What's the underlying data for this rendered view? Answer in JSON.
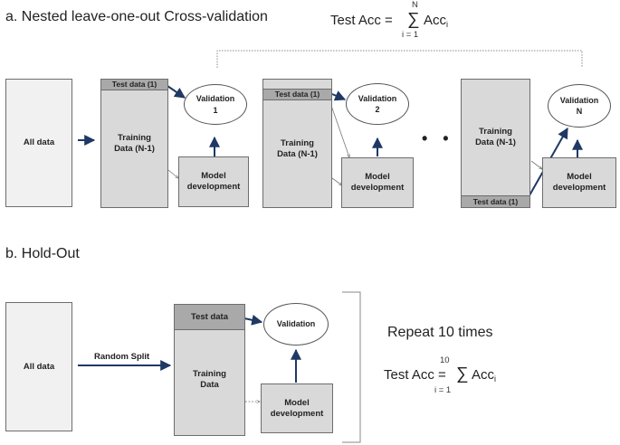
{
  "section_a": {
    "heading": "a. Nested leave-one-out Cross-validation",
    "formula": {
      "lhs": "Test Acc =",
      "sum": "∑",
      "upper": "N",
      "lower": "i = 1",
      "term": "Acc",
      "subscript": "i"
    },
    "all_data": "All data",
    "folds": [
      {
        "test": "Test data (1)",
        "train_line1": "Training",
        "train_line2": "Data (N-1)",
        "validation_line1": "Validation",
        "validation_line2": "1",
        "model_line1": "Model",
        "model_line2": "development"
      },
      {
        "test": "Test data (1)",
        "train_line1": "Training",
        "train_line2": "Data (N-1)",
        "validation_line1": "Validation",
        "validation_line2": "2",
        "model_line1": "Model",
        "model_line2": "development"
      },
      {
        "test": "Test data (1)",
        "train_line1": "Training",
        "train_line2": "Data (N-1)",
        "validation_line1": "Validation",
        "validation_line2": "N",
        "model_line1": "Model",
        "model_line2": "development"
      }
    ],
    "ellipsis": "• • •"
  },
  "section_b": {
    "heading": "b. Hold-Out",
    "all_data": "All data",
    "split_label": "Random Split",
    "test": "Test data",
    "train_line1": "Training",
    "train_line2": "Data",
    "validation": "Validation",
    "model_line1": "Model",
    "model_line2": "development",
    "repeat": "Repeat 10 times",
    "formula": {
      "lhs": "Test Acc =",
      "sum": "∑",
      "upper": "10",
      "lower": "i = 1",
      "term": "Acc",
      "subscript": "i"
    }
  },
  "colors": {
    "arrow": "#1f3864",
    "box_light": "#f1f1f1",
    "box_mid": "#d9d9d9",
    "box_dark": "#a9a9a9",
    "outline": "#6d6d6d"
  }
}
